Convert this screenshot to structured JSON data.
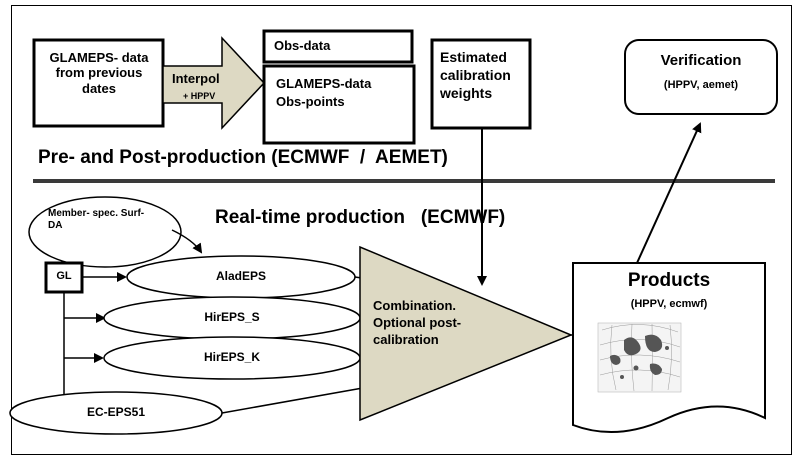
{
  "boxes": {
    "glameps_prev": "GLAMEPS- data from previous dates",
    "interpol": "Interpol",
    "hppv_small": "+ HPPV",
    "obs_data": "Obs-data",
    "glameps_obs_line1": "GLAMEPS-data",
    "glameps_obs_line2": "Obs-points",
    "calib_weights": "Estimated calibration weights",
    "verification_title": "Verification",
    "verification_sub": "(HPPV, aemet)"
  },
  "sections": {
    "pre_post": "Pre- and Post-production (ECMWF  /  AEMET)",
    "realtime": "Real-time production   (ECMWF)"
  },
  "realtime": {
    "surf_da": "Member- spec. Surf-DA",
    "gl": "GL",
    "models": [
      "AladEPS",
      "HirEPS_S",
      "HirEPS_K",
      "EC-EPS51"
    ],
    "combination": "Combination. Optional post- calibration",
    "products_title": "Products",
    "products_sub": "(HPPV, ecmwf)"
  },
  "colors": {
    "arrow_fill": "#ddd9c3",
    "stroke": "#000000",
    "divider": "#3a3a3a"
  }
}
